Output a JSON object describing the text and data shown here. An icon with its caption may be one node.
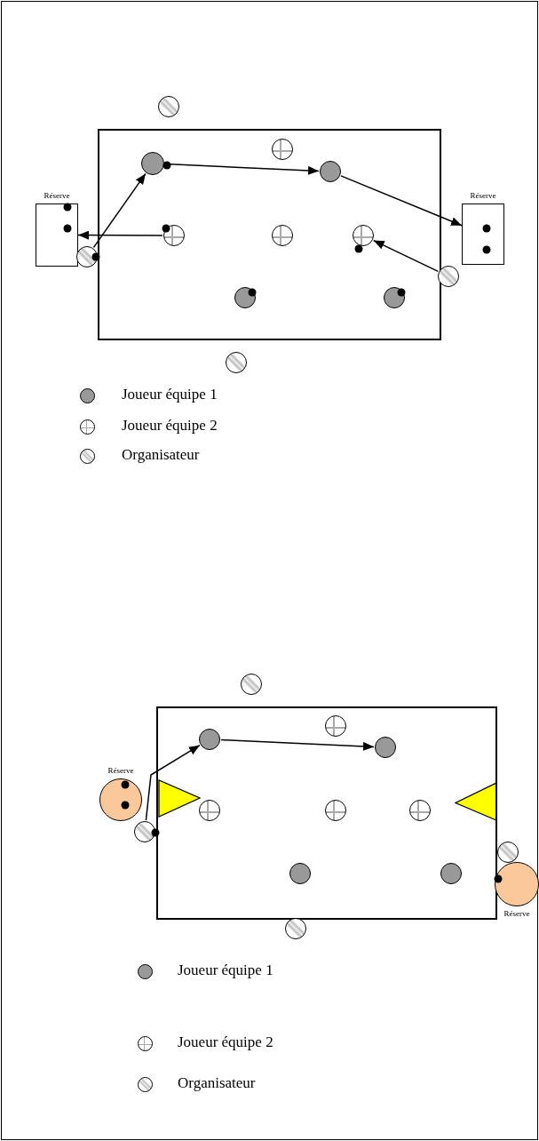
{
  "diagram": {
    "nodes": [
      {
        "text": [],
        "shape": "circle"
      },
      {
        "text": [],
        "shape": "box"
      },
      {
        "text": [],
        "shape": "circle",
        "in": 1
      },
      {
        "text": [],
        "shape": "circle",
        "in": 1
      },
      {
        "text": [],
        "shape": "circle",
        "in": 1
      },
      {
        "text": [
          "Réserve"
        ]
      },
      {
        "text": [
          "Réserve"
        ]
      },
      {
        "text": [],
        "shape": "circle",
        "in": 1
      },
      {
        "text": [],
        "shape": "circle",
        "in": 1
      },
      {
        "text": [],
        "shape": "circle",
        "in": 1
      },
      {
        "text": [],
        "shape": "circle"
      },
      {
        "text": [],
        "shape": "circle"
      },
      {
        "text": [],
        "shape": "circle",
        "in": 1
      },
      {
        "text": [],
        "shape": "circle",
        "in": 1
      },
      {
        "text": [],
        "shape": "circle"
      },
      {
        "text": [],
        "shape": "circle"
      },
      {
        "text": [],
        "shape": "box"
      },
      {
        "text": [],
        "shape": "circle",
        "in": 16
      },
      {
        "text": [],
        "shape": "circle",
        "in": 16
      },
      {
        "text": [],
        "shape": "circle",
        "in": 16
      },
      {
        "text": [
          "Réserve"
        ]
      },
      {
        "text": [],
        "shape": "triangle",
        "in": 16
      },
      {
        "text": [],
        "shape": "triangle",
        "in": 16
      },
      {
        "text": [],
        "shape": "circle",
        "in": 16
      },
      {
        "text": [],
        "shape": "circle",
        "in": 16
      },
      {
        "text": [],
        "shape": "circle",
        "in": 16
      },
      {
        "text": [],
        "shape": "circle"
      },
      {
        "text": [],
        "shape": "circle"
      },
      {
        "text": [],
        "shape": "circle",
        "in": 16
      },
      {
        "text": [],
        "shape": "circle",
        "in": 16
      },
      {
        "text": [
          "Réserve"
        ]
      },
      {
        "text": [],
        "shape": "circle"
      }
    ],
    "edges": [
      {
        "from": 10,
        "to": 3,
        "arrow": "to"
      },
      {
        "from": 3,
        "to": 4,
        "arrow": "to"
      },
      {
        "from": 4,
        "to": 6,
        "arrow": "to"
      },
      {
        "from": 11,
        "to": 9,
        "arrow": "to"
      },
      {
        "from": 7,
        "to": 5,
        "arrow": "to"
      },
      {
        "from": 26,
        "to": 18,
        "arrow": "to"
      },
      {
        "from": 18,
        "to": 19,
        "arrow": "to"
      }
    ],
    "legend": [
      {
        "text": "Joueur équipe 1"
      },
      {
        "text": "Joueur équipe 2"
      },
      {
        "text": "Organisateur"
      },
      {
        "text": "Joueur équipe 1"
      },
      {
        "text": "Joueur équipe 2"
      },
      {
        "text": "Organisateur"
      }
    ]
  }
}
